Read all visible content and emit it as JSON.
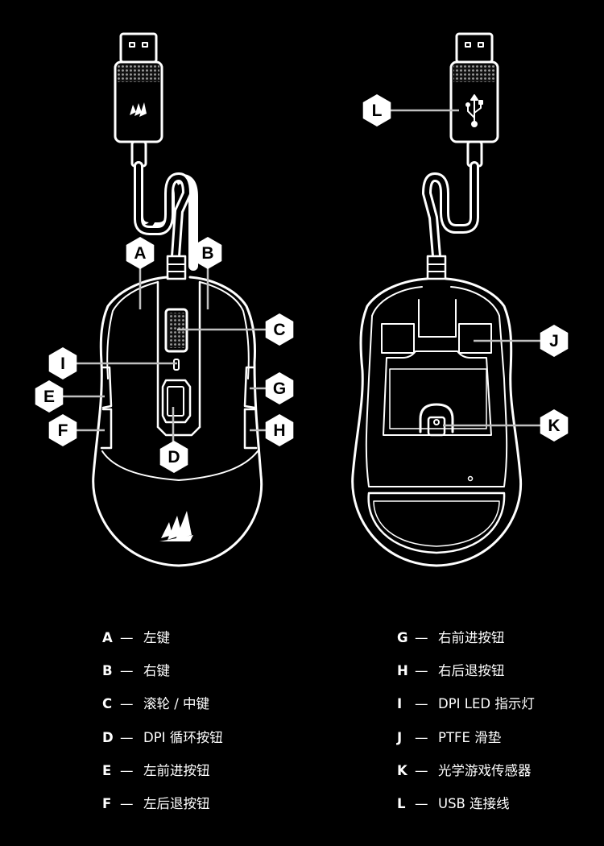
{
  "diagram": {
    "callouts": [
      {
        "key": "A",
        "desc": "左键"
      },
      {
        "key": "B",
        "desc": "右键"
      },
      {
        "key": "C",
        "desc": "滚轮 / 中键"
      },
      {
        "key": "D",
        "desc": "DPI 循环按钮"
      },
      {
        "key": "E",
        "desc": "左前进按钮"
      },
      {
        "key": "F",
        "desc": "左后退按钮"
      },
      {
        "key": "G",
        "desc": "右前进按钮"
      },
      {
        "key": "H",
        "desc": "右后退按钮"
      },
      {
        "key": "I",
        "desc": "DPI LED 指示灯"
      },
      {
        "key": "J",
        "desc": "PTFE 滑垫"
      },
      {
        "key": "K",
        "desc": "光学游戏传感器"
      },
      {
        "key": "L",
        "desc": "USB 连接线"
      }
    ],
    "separator": "—"
  },
  "colors": {
    "background": "#000000",
    "line": "#ffffff",
    "leader": "#bfbfbf",
    "cable_grip": "#9a9a9a"
  },
  "icons": {
    "logo": "corsair-sails-logo",
    "usb": "usb-trident-icon"
  }
}
